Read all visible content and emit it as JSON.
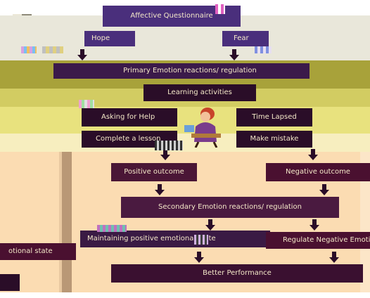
{
  "diagram": {
    "title": "Affective Questionnaire",
    "top_choices": {
      "left": "Hope",
      "right": "Fear"
    },
    "primary": "Primary Emotion reactions/ regulation",
    "activities": "Learning activities",
    "activity_items": [
      "Asking for Help",
      "Complete a lesson",
      "Time Lapsed",
      "Make mistake"
    ],
    "positive_outcome": "Positive outcome",
    "negative_outcome": "Negative outcome",
    "secondary": "Secondary Emotion reactions/ regulation",
    "maintain": "Maintaining positive emotional state",
    "regulate": "Regulate Negative Emotional state",
    "left_state": "otional state",
    "performance": "Better Performance"
  },
  "colors": {
    "box_purple": "#4a2f7c",
    "box_dark": "#2a0d28",
    "box_brown": "#3b1a20",
    "box_maroon": "#4a1030",
    "text": "#f4e8c8"
  },
  "icons": [
    "down-arrow-icon",
    "student-illustration-icon"
  ]
}
